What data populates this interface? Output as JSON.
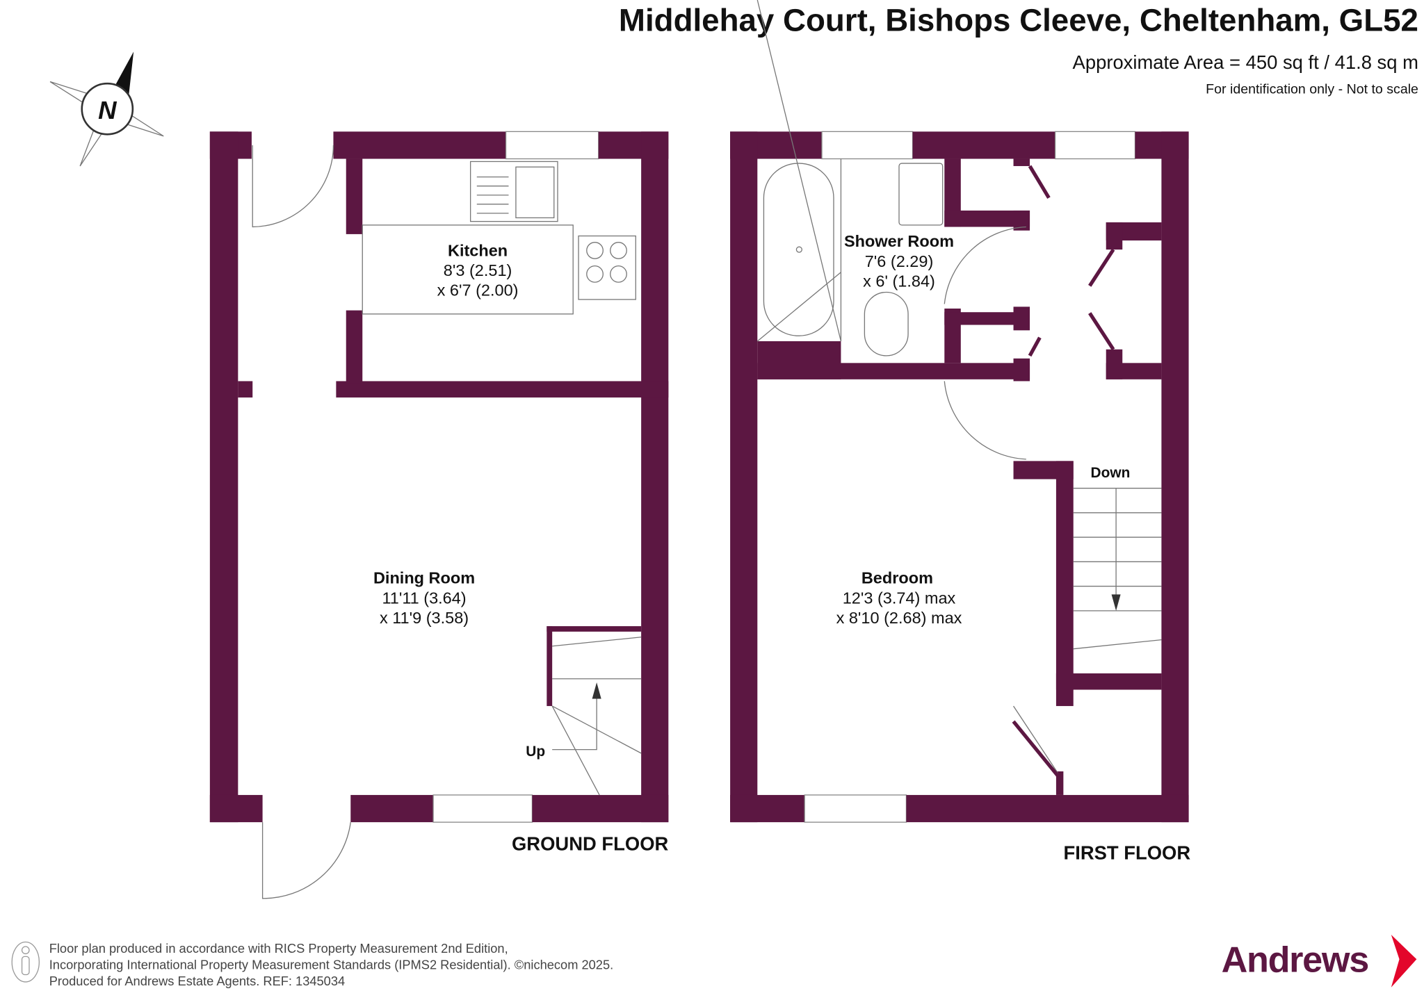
{
  "header": {
    "title": "Middlehay Court, Bishops Cleeve, Cheltenham, GL52",
    "area": "Approximate Area = 450 sq ft / 41.8 sq m",
    "disclaimer": "For identification only - Not to scale"
  },
  "compass": {
    "label": "N"
  },
  "ground_floor": {
    "label": "GROUND FLOOR",
    "kitchen": {
      "name": "Kitchen",
      "dim1": "8'3 (2.51)",
      "dim2": "x 6'7 (2.00)"
    },
    "dining": {
      "name": "Dining Room",
      "dim1": "11'11 (3.64)",
      "dim2": "x 11'9 (3.58)"
    },
    "stairs_label": "Up"
  },
  "first_floor": {
    "label": "FIRST FLOOR",
    "shower": {
      "name": "Shower Room",
      "dim1": "7'6 (2.29)",
      "dim2": "x 6' (1.84)"
    },
    "bedroom": {
      "name": "Bedroom",
      "dim1": "12'3 (3.74) max",
      "dim2": "x 8'10 (2.68) max"
    },
    "stairs_label": "Down"
  },
  "footer": {
    "line1": "Floor plan produced in accordance with RICS Property Measurement 2nd Edition,",
    "line2": "Incorporating International Property Measurement Standards (IPMS2 Residential).   ©nichecom 2025.",
    "line3": "Produced for Andrews Estate Agents.   REF: 1345034"
  },
  "logo": {
    "text": "Andrews",
    "color": "#5c1742",
    "accent": "#e3062b"
  },
  "colors": {
    "wall": "#5c1742"
  }
}
